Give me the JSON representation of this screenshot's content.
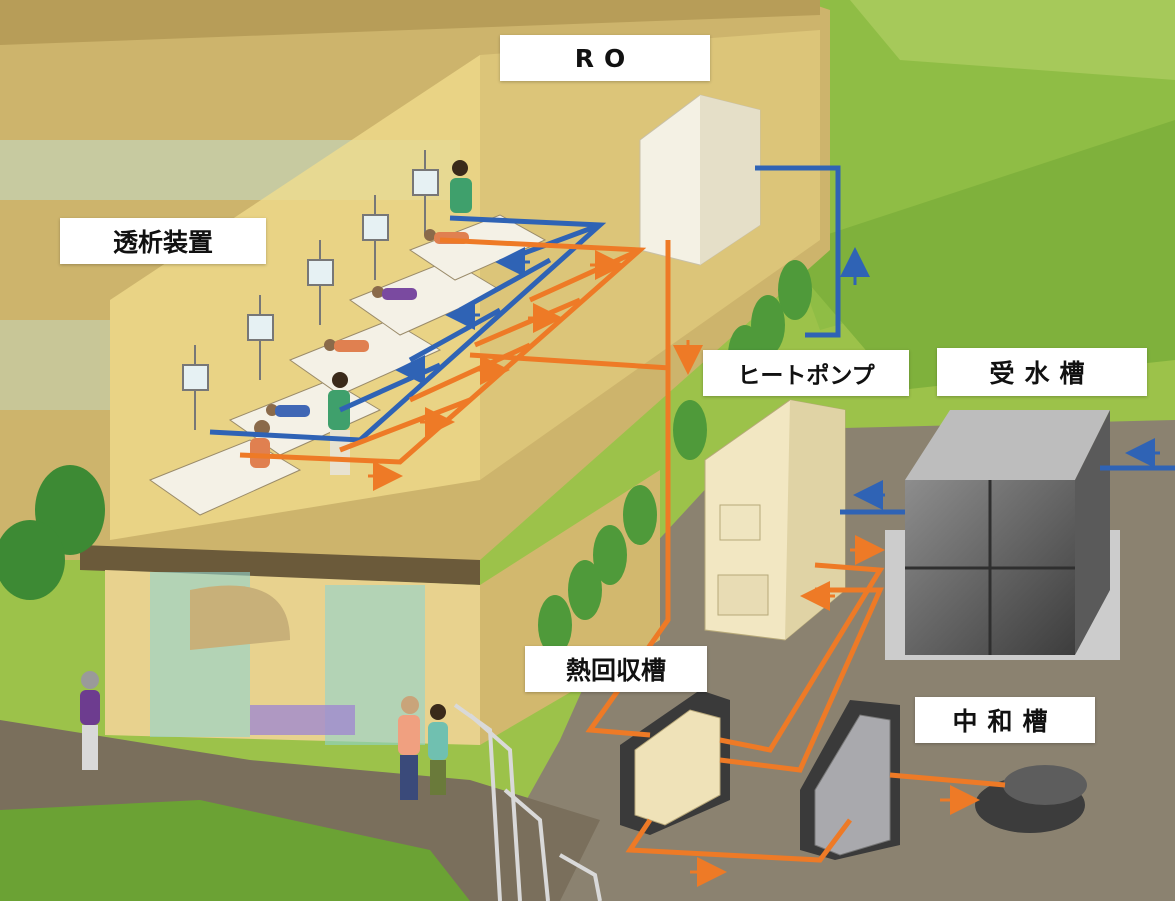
{
  "labels": {
    "ro": "RO",
    "dialysis_equipment": "透析装置",
    "heat_pump": "ヒートポンプ",
    "water_receiving_tank": "受水槽",
    "heat_recovery_tank": "熱回収槽",
    "neutralization_tank": "中和槽"
  },
  "colors": {
    "cold_pipe": "#2f63b5",
    "hot_pipe": "#ee7a26",
    "grass": "#7fb13c",
    "building": "#d9c47c",
    "label_background": "#ffffff"
  },
  "icons": [
    "arrow-icon",
    "tree-icon",
    "person-icon",
    "bed-icon",
    "iv-stand-icon"
  ]
}
